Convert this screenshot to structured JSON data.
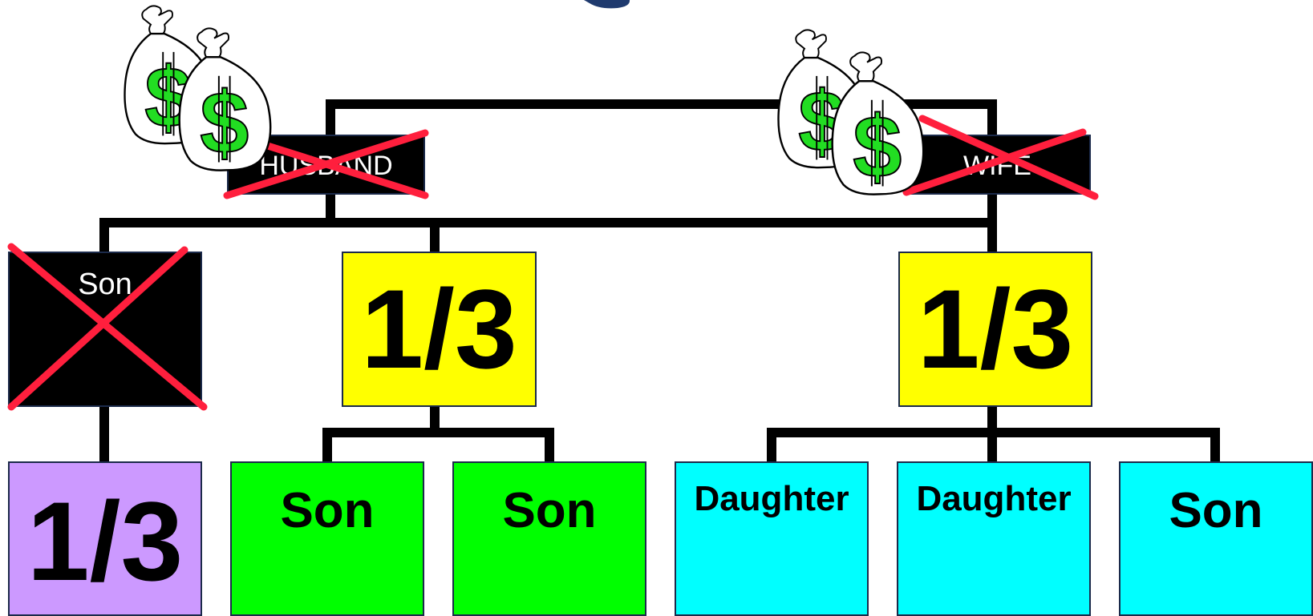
{
  "parents": {
    "husband_label": "HUSBAND",
    "wife_label": "WIFE"
  },
  "middle": {
    "son_label": "Son",
    "center_share": "1/3",
    "right_share": "1/3"
  },
  "children": [
    {
      "label": "1/3",
      "color": "#cc99ff"
    },
    {
      "label": "Son",
      "color": "#00ff00"
    },
    {
      "label": "Son",
      "color": "#00ff00"
    },
    {
      "label": "Daughter",
      "color": "#00ffff"
    },
    {
      "label": "Daughter",
      "color": "#00ffff"
    },
    {
      "label": "Son",
      "color": "#00ffff"
    }
  ],
  "colors": {
    "share_box": "#ffff00",
    "deceased_box": "#000000",
    "cross": "#ff1f3d",
    "money_green": "#22dd22",
    "connector": "#000000"
  },
  "icons": {
    "money_bags": "money-bag-icon",
    "cross_out": "cross-out-icon"
  }
}
